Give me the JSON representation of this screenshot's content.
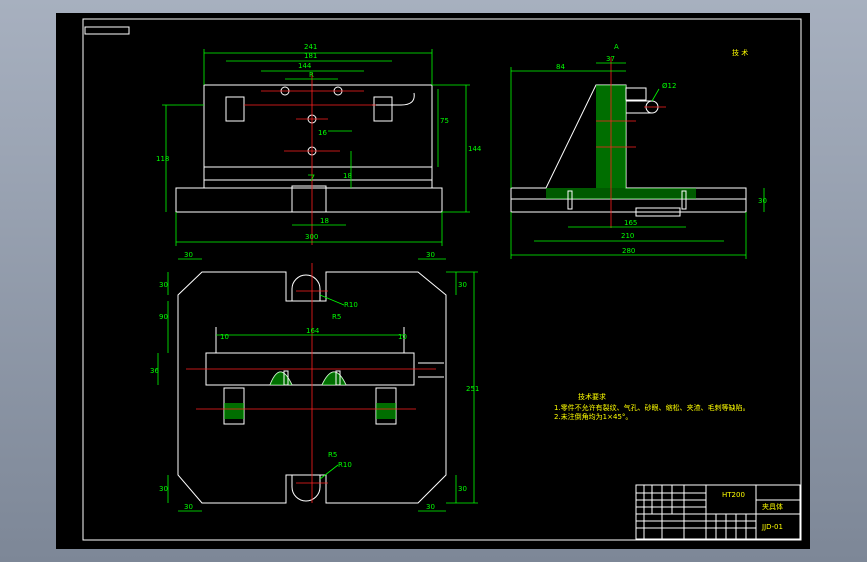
{
  "drawing": {
    "top_view_dims": {
      "overall_width": "241",
      "inner_width": "181",
      "slot_width": "144",
      "center_mark": "R",
      "height_right": "144",
      "height_left": "118",
      "small_right": "75",
      "base_width": "300",
      "base_slot": "18",
      "note_1": "16",
      "note_2": "18"
    },
    "side_view_dims": {
      "top_label": "A",
      "height_left": "84",
      "top_offset": "37",
      "hole_label": "Ø12",
      "base_right": "30",
      "inner_width": "210",
      "overall_width": "280",
      "small_mid": "165"
    },
    "plan_view_dims": {
      "corner_top_left": "30",
      "corner_top_right": "30",
      "corner_bottom_left": "30",
      "corner_bottom_right": "30",
      "side_left_top": "30",
      "side_right_top": "30",
      "side_left_bottom": "30",
      "side_right_bottom": "30",
      "radius_top": "R10",
      "radius_top_small": "R5",
      "radius_bottom": "R10",
      "radius_bottom_small": "R5",
      "bar_width": "164",
      "left_height": "90",
      "left_small": "36",
      "overall_height": "251",
      "mark_small_a": "10",
      "mark_small_b": "10"
    },
    "notes": {
      "title": "技术要求",
      "line_1": "1.零件不允许有裂纹、气孔、砂眼、缩松、夹渣、毛刺等缺陷。",
      "line_2": "2.未注倒角均为1×45°。"
    },
    "title_block": {
      "material": "HT200",
      "part_name": "夹具体",
      "drawing_no": "JJD-01"
    },
    "corner_label": "技  术"
  },
  "colors": {
    "background": "#000000",
    "outline": "#ffffff",
    "dimension": "#00ff00",
    "centerline": "#ff2020",
    "note_text": "#ffff00"
  }
}
